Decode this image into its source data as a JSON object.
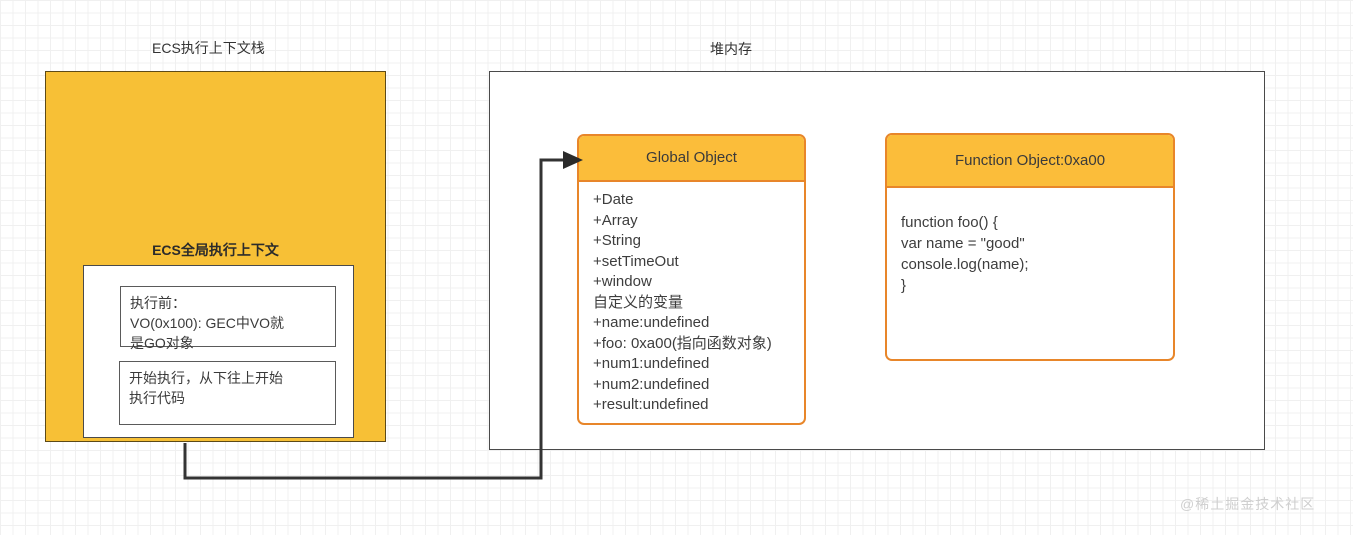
{
  "diagram": {
    "labels": {
      "stack_title": "ECS执行上下文栈",
      "heap_title": "堆内存",
      "global_context_title": "ECS全局执行上下文"
    },
    "notes": [
      {
        "name": "before-execution",
        "text": "执行前：\nVO(0x100): GEC中VO就\n是GO对象"
      },
      {
        "name": "start-execution",
        "text": "开始执行，从下往上开始\n执行代码"
      }
    ],
    "objects": [
      {
        "name": "global-object",
        "header": "Global Object",
        "body": "+Date\n+Array\n+String\n+setTimeOut\n+window\n自定义的变量\n+name:undefined\n+foo: 0xa00(指向函数对象)\n+num1:undefined\n+num2:undefined\n+result:undefined"
      },
      {
        "name": "function-object",
        "header": "Function Object:0xa00",
        "body": "function foo() {\n  var name = \"good\"\n  console.log(name);\n}"
      }
    ],
    "watermark": "@稀土掘金技术社区",
    "colors": {
      "stack_fill": "#f7c036",
      "object_header_fill": "#fbbd3a",
      "object_border": "#e8862a",
      "container_border": "#4a4a4a",
      "connector": "#333333"
    }
  }
}
